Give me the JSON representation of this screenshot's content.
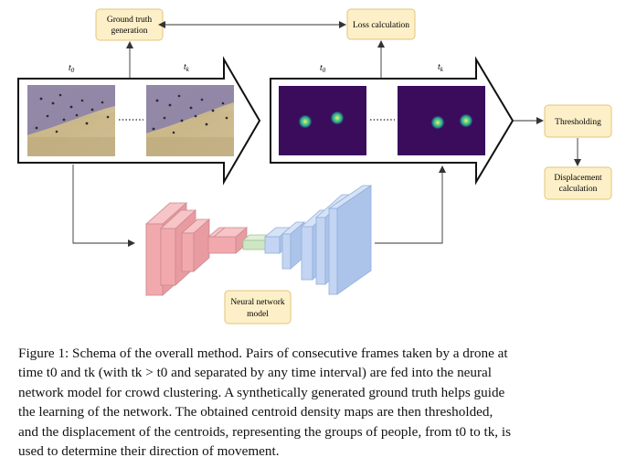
{
  "boxes": {
    "ground_truth": [
      "Ground truth",
      "generation"
    ],
    "loss": "Loss calculation",
    "thresholding": "Thresholding",
    "displacement": [
      "Displacement",
      "calculation"
    ],
    "neural_network": [
      "Neural network",
      "model"
    ]
  },
  "time_labels": {
    "input_t0": "t",
    "input_t0_sub": "0",
    "input_tk": "t",
    "input_tk_sub": "k",
    "output_t0": "t",
    "output_t0_sub": "0",
    "output_tk": "t",
    "output_tk_sub": "k"
  },
  "caption": {
    "line1": "Figure 1: Schema of the overall method. Pairs of consecutive frames taken by a drone at",
    "line2": "time t0 and tk (with tk > t0 and separated by any time interval) are fed into the neural",
    "line3": "network model for crowd clustering. A synthetically generated ground truth helps guide",
    "line4": "the learning of the network. The obtained centroid density maps are then thresholded,",
    "line5": "and the displacement of the centroids, representing the groups of people, from t0 to tk, is",
    "line6": "used to determine their direction of movement."
  },
  "colors": {
    "box_fill": "#fdf0c8",
    "box_stroke": "#e3c57a",
    "density_bg": "#3b0b5c",
    "encoder": "#f2a9ad",
    "decoder": "#b8cdf0",
    "bottleneck": "#cfe6c5"
  }
}
